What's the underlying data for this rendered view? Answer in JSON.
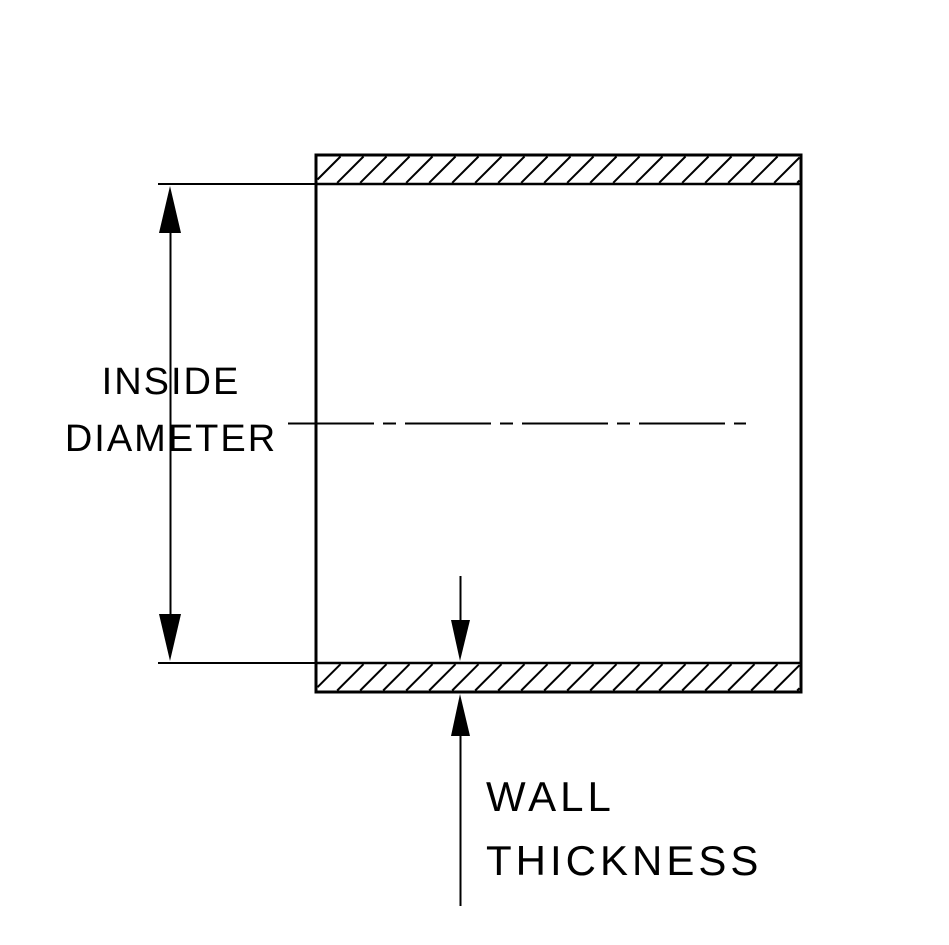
{
  "diagram": {
    "labels": {
      "inside_line1": "INSIDE",
      "inside_line2": "DIAMETER",
      "wall_line1": "WALL",
      "wall_line2": "THICKNESS"
    },
    "colors": {
      "line": "#000000",
      "background": "#ffffff"
    }
  }
}
